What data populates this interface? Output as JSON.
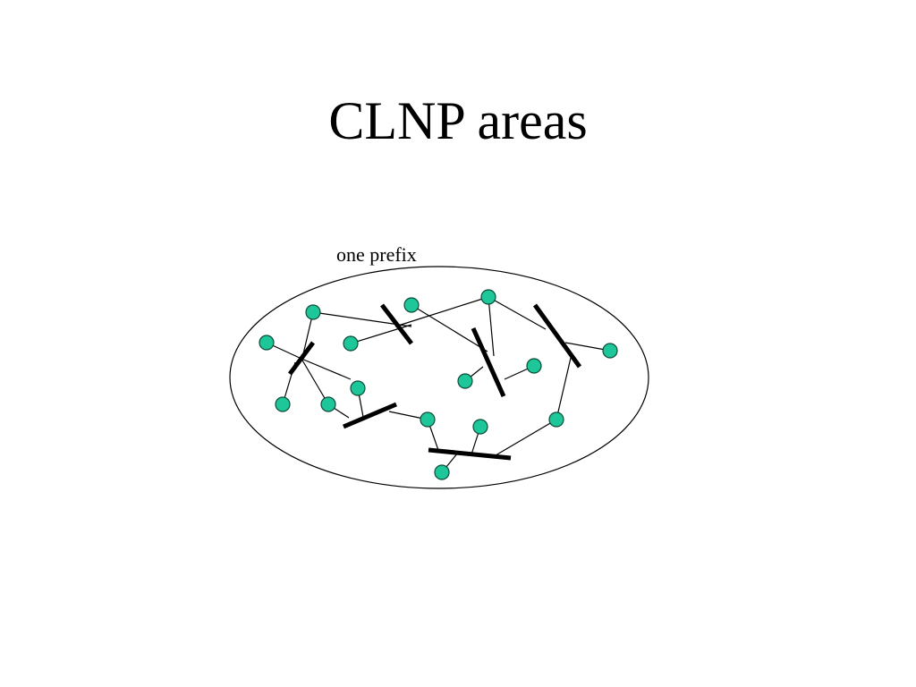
{
  "slide": {
    "title": "CLNP areas"
  },
  "diagram": {
    "area_label": "one prefix",
    "colors": {
      "node_fill": "#1ec79a",
      "node_stroke": "#0a4a38",
      "line": "#000000",
      "background": "#ffffff"
    },
    "node_icon": "router-node-circle",
    "router_icon": "router-bar"
  }
}
